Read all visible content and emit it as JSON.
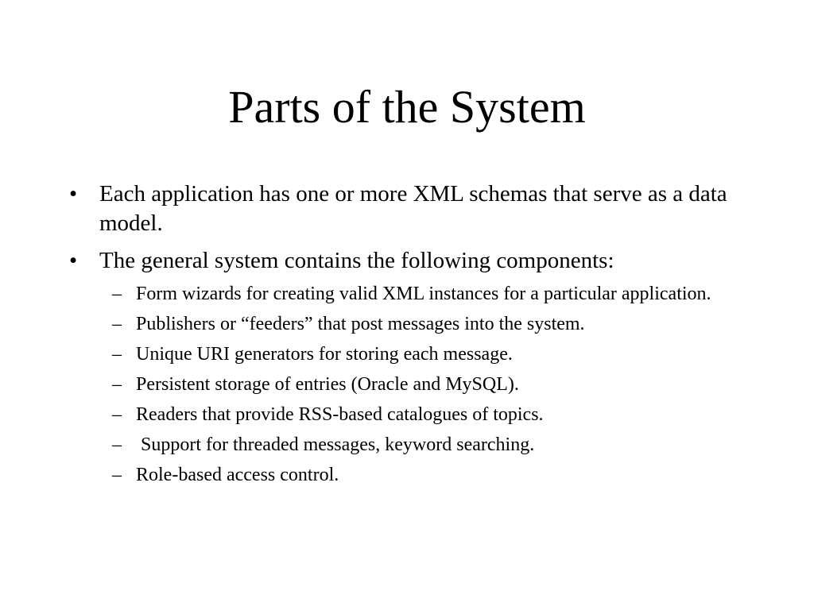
{
  "slide": {
    "title": "Parts of the System",
    "bullets": [
      {
        "marker": "•",
        "text": "Each application has one or more XML schemas that serve as a data model."
      },
      {
        "marker": "•",
        "text": "The general system contains the following components:",
        "sub_bullets": [
          {
            "marker": "–",
            "text": "Form wizards for creating valid XML instances for a particular application."
          },
          {
            "marker": "–",
            "text": "Publishers or “feeders” that post messages into the system."
          },
          {
            "marker": "–",
            "text": "Unique URI generators for storing each message."
          },
          {
            "marker": "–",
            "text": "Persistent storage of entries (Oracle and MySQL)."
          },
          {
            "marker": "–",
            "text": "Readers that provide RSS-based catalogues of topics."
          },
          {
            "marker": "–",
            "text": " Support for threaded messages, keyword searching."
          },
          {
            "marker": "–",
            "text": "Role-based access control."
          }
        ]
      }
    ]
  }
}
